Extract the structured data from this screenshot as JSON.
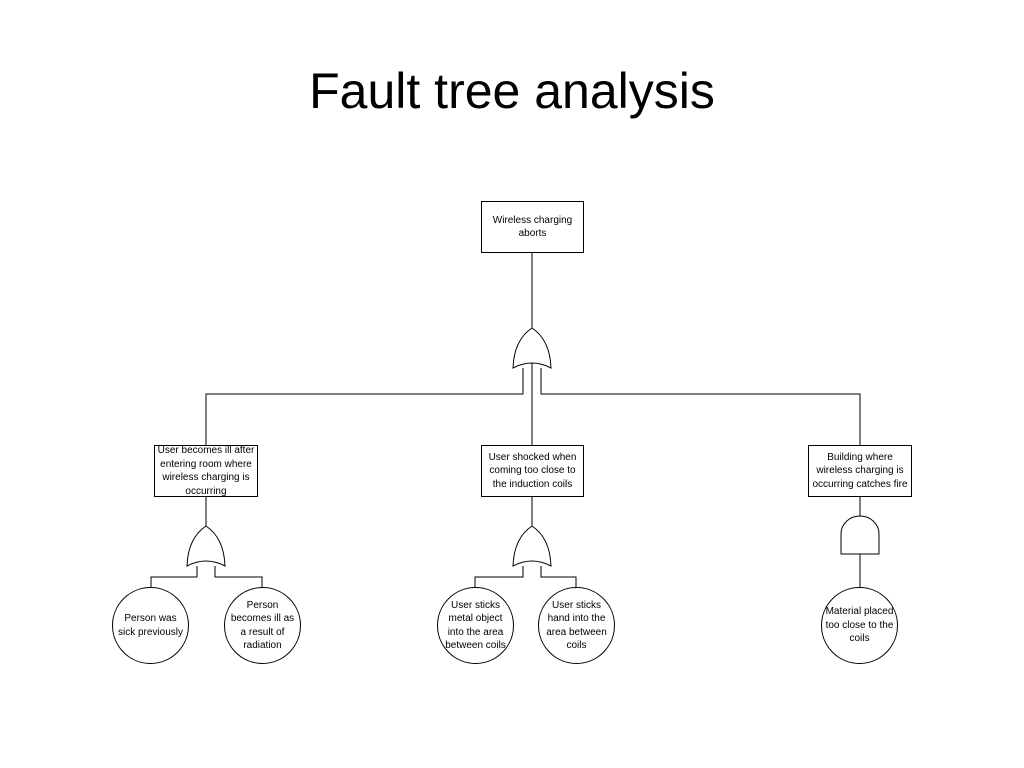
{
  "slide": {
    "title": "Fault tree analysis"
  },
  "tree": {
    "top_event": "Wireless charging aborts",
    "intermediate_events": [
      "User becomes ill after entering room where wireless charging is occurring",
      "User shocked when coming too close to the induction coils",
      "Building where wireless charging is occurring catches fire"
    ],
    "basic_events": [
      "Person was sick previously",
      "Person becomes ill as a result of radiation",
      "User sticks metal object into the area between coils",
      "User sticks hand into the area between coils",
      "Material placed too close to the coils"
    ],
    "gates": [
      "or-gate",
      "or-gate",
      "or-gate",
      "and-gate"
    ],
    "colors": {
      "line": "#000000",
      "background": "#ffffff"
    }
  }
}
